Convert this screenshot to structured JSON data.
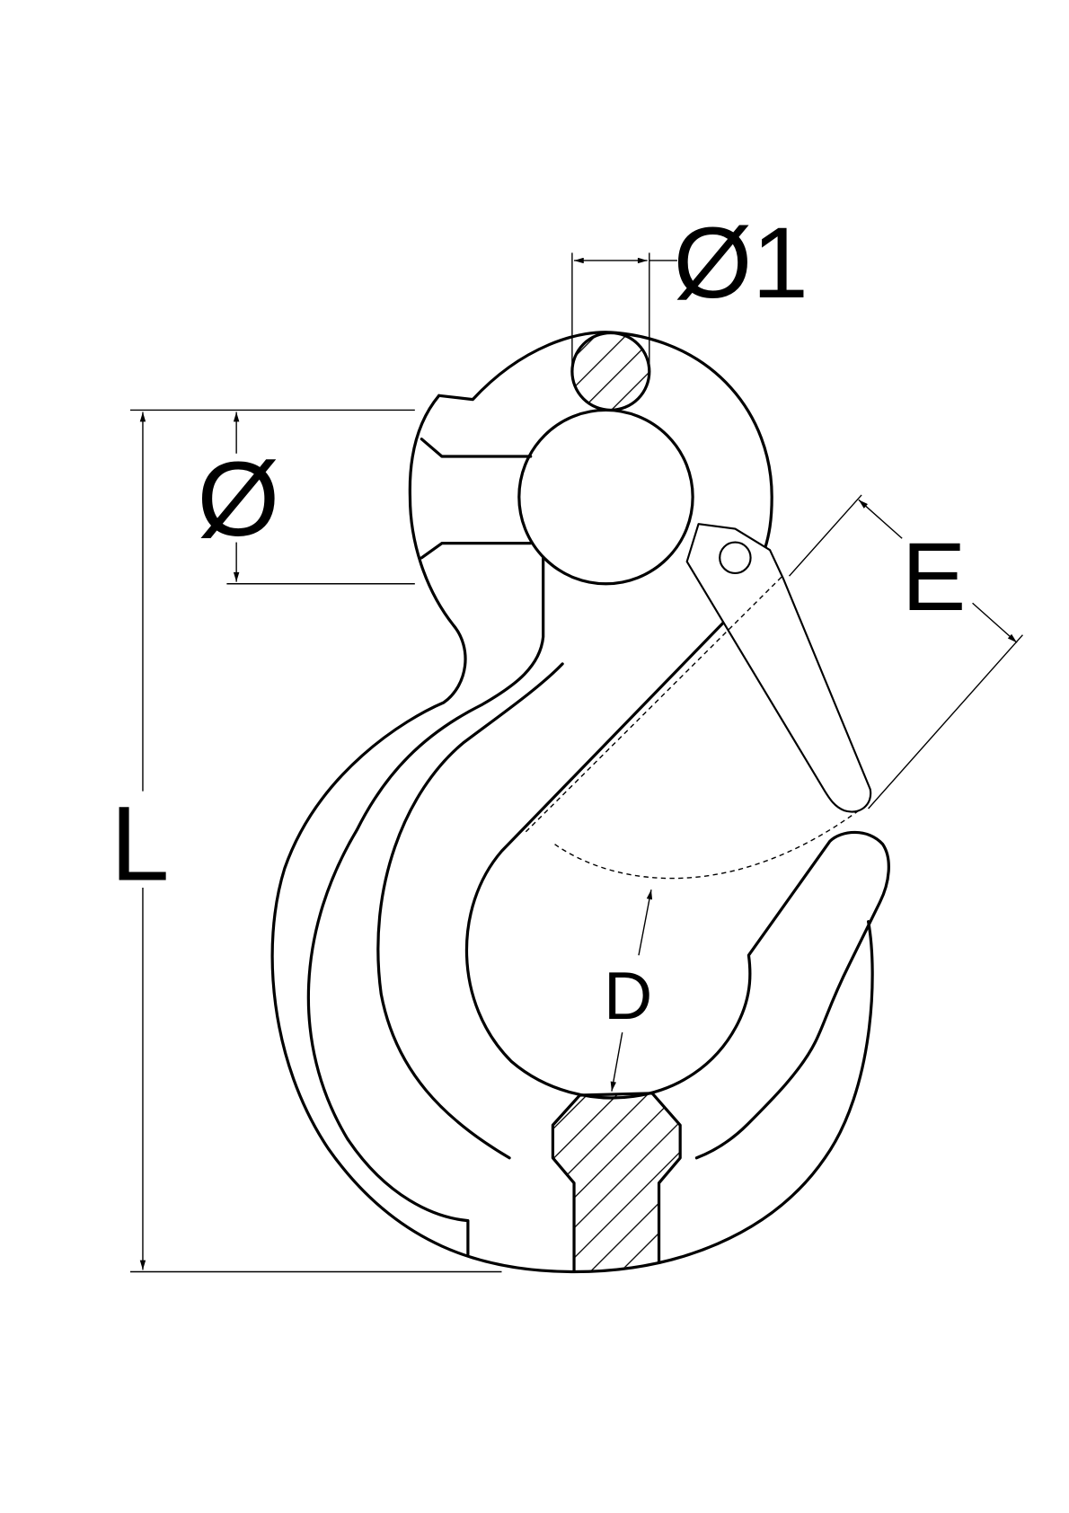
{
  "diagram": {
    "labels": {
      "pin_diameter": "Ø1",
      "eye_diameter": "Ø",
      "length": "L",
      "opening": "E",
      "throat_depth": "D"
    },
    "colors": {
      "line": "#000000",
      "background": "#ffffff"
    }
  }
}
